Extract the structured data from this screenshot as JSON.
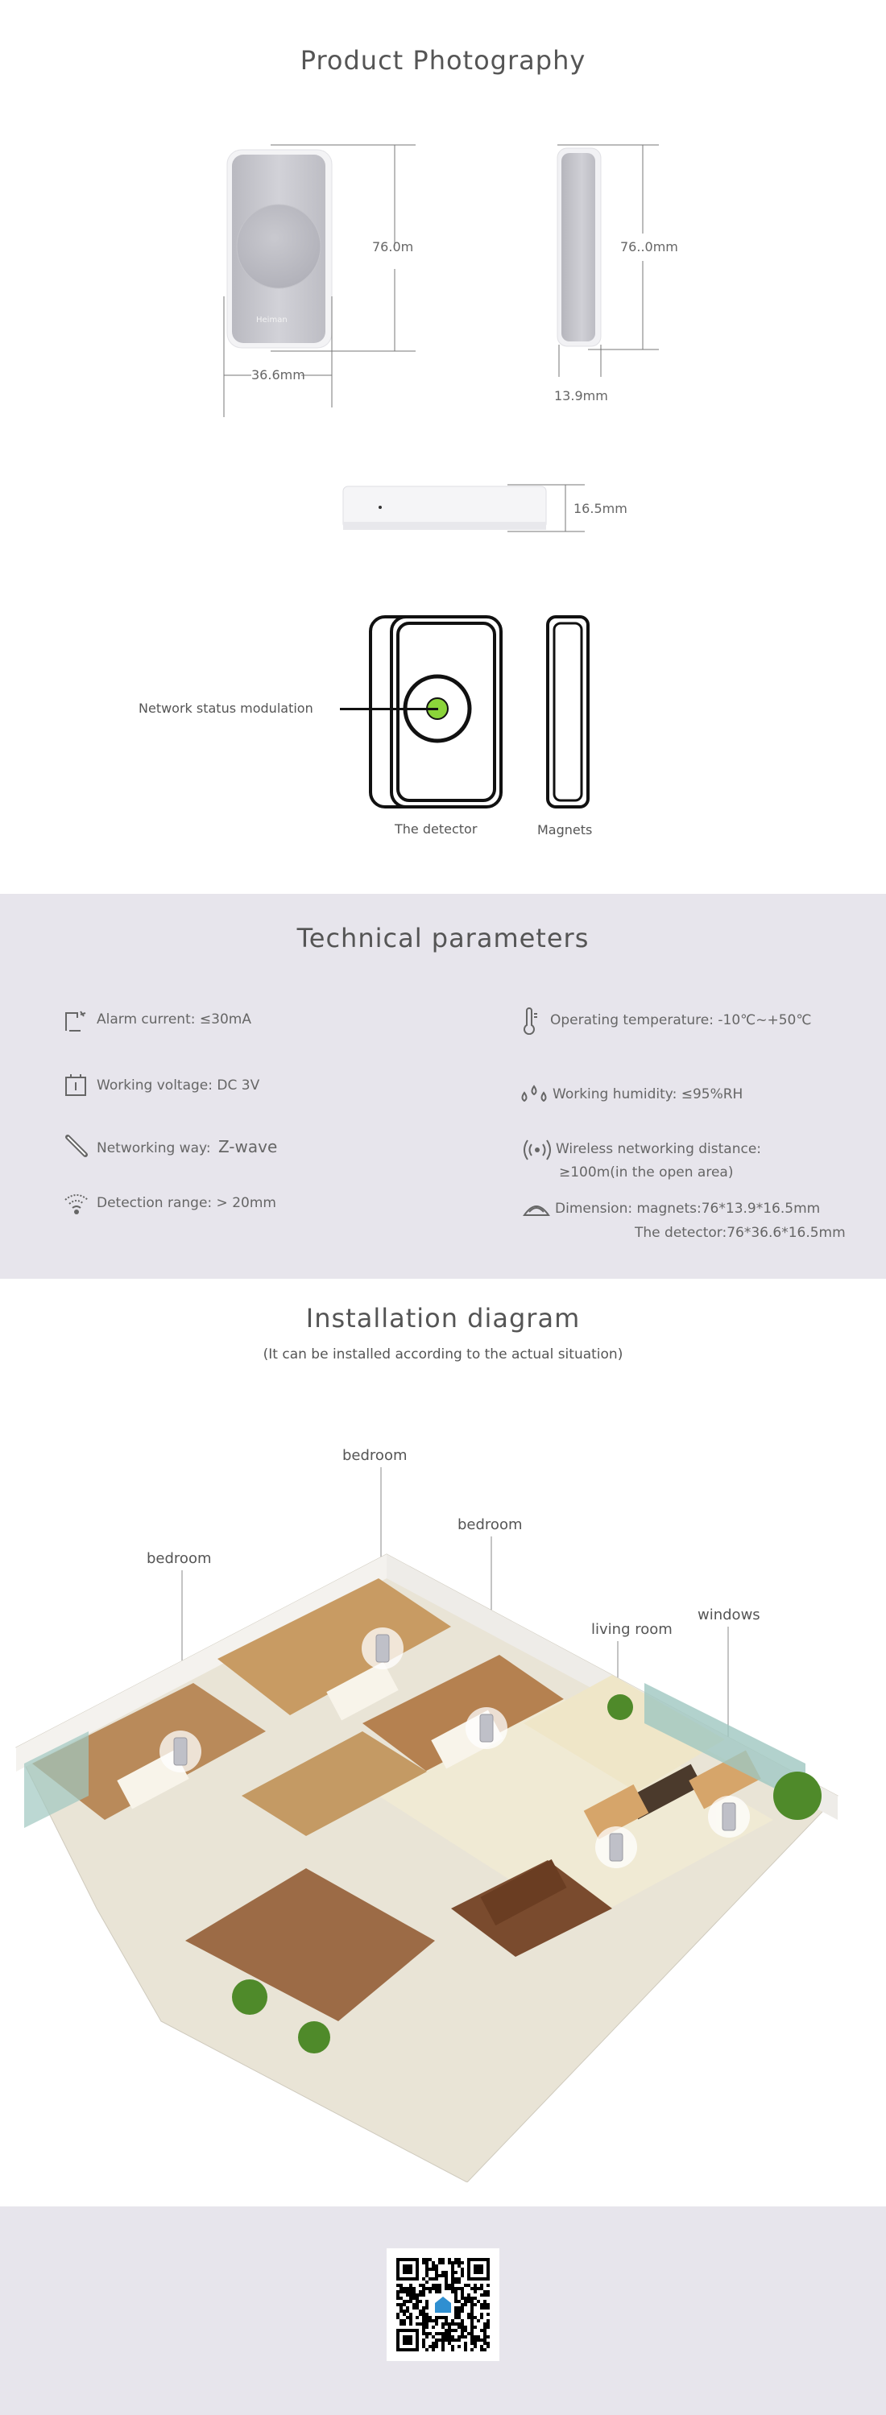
{
  "photography": {
    "title": "Product Photography",
    "dim_front_height": "76.0m",
    "dim_front_width": "36.6mm",
    "dim_side_height": "76..0mm",
    "dim_side_width": "13.9mm",
    "dim_top_depth": "16.5mm",
    "device_brand": "Heiman",
    "network_label": "Network status modulation",
    "detector_label": "The detector",
    "magnets_label": "Magnets"
  },
  "technical": {
    "title": "Technical parameters",
    "left": [
      {
        "label": "Alarm current: ≤30mA",
        "icon": "current-icon"
      },
      {
        "label": "Working voltage: DC 3V",
        "icon": "battery-icon"
      },
      {
        "label": "Networking way:",
        "value": "Z-wave",
        "icon": "network-icon"
      },
      {
        "label": "Detection range: > 20mm",
        "icon": "wifi-icon"
      }
    ],
    "right": [
      {
        "label": "Operating temperature: -10℃~+50℃",
        "icon": "thermometer-icon"
      },
      {
        "label": "Working humidity: ≤95%RH",
        "icon": "humidity-icon"
      },
      {
        "label": "Wireless networking distance:",
        "label2": "≥100m(in the open area)",
        "icon": "signal-icon"
      },
      {
        "label": "Dimension: magnets:76*13.9*16.5mm",
        "label2": "The detector:76*36.6*16.5mm",
        "icon": "dimension-icon"
      }
    ]
  },
  "installation": {
    "title": "Installation diagram",
    "subtitle": "(It can be installed according to the actual situation)",
    "rooms": [
      "bedroom",
      "bedroom",
      "bedroom",
      "living room",
      "windows"
    ]
  },
  "footer": {
    "qr_icon": "qr-code-icon",
    "accent": "#2f8fd1"
  },
  "colors": {
    "gray_band": "#e7e5ec",
    "led_green": "#8bd43a",
    "device_gray": "#c9c9cf"
  }
}
